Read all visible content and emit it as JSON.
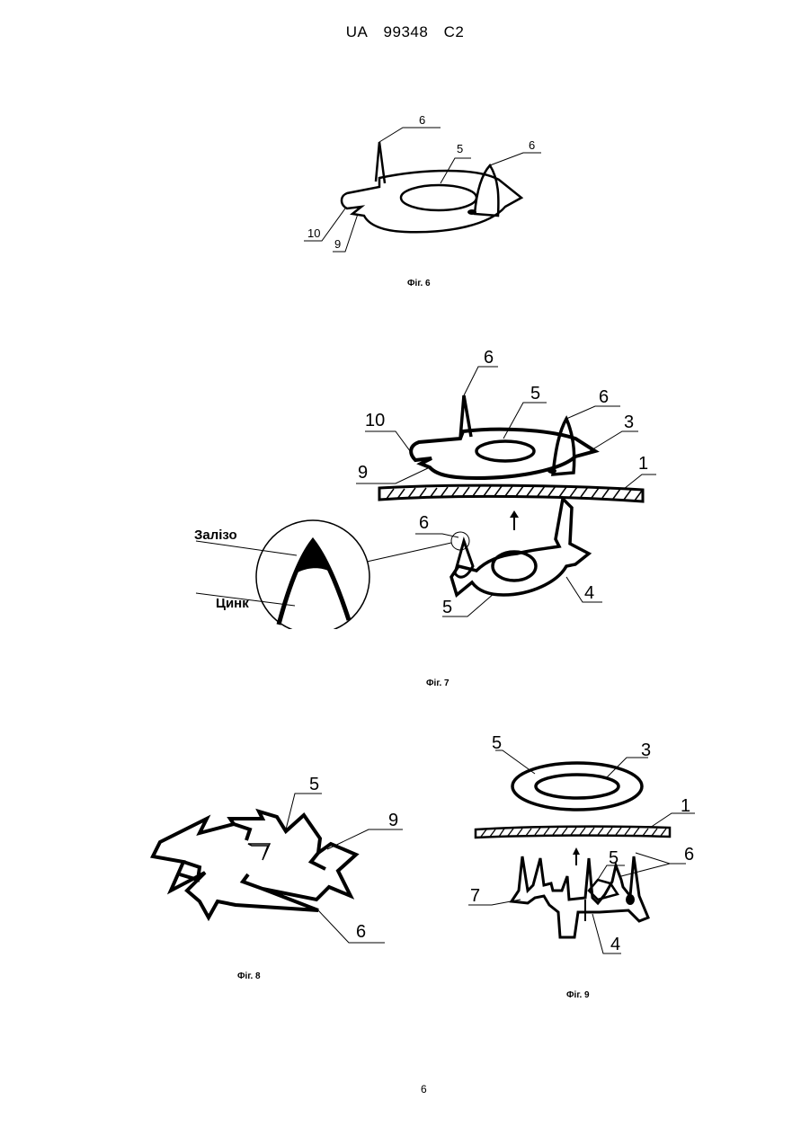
{
  "header": {
    "country": "UA",
    "number": "99348",
    "kind": "C2"
  },
  "fig6": {
    "caption": "Фіг. 6",
    "labels": {
      "spike_left": "6",
      "ring": "5",
      "spike_right": "6",
      "tab": "10",
      "notch": "9"
    }
  },
  "fig7": {
    "caption": "Фіг. 7",
    "labels": {
      "top_spike_left": "6",
      "top_ring": "5",
      "top_spike_right": "6",
      "washer": "3",
      "tab": "10",
      "notch": "9",
      "sheet": "1",
      "bottom_spike": "6",
      "bottom_ring": "5",
      "bottom_base": "4"
    },
    "detail": {
      "iron": "Залізо",
      "zinc": "Цинк"
    }
  },
  "fig8": {
    "caption": "Фіг. 8",
    "labels": {
      "ring": "5",
      "notch": "9",
      "spike": "6"
    }
  },
  "fig9": {
    "caption": "Фіг. 9",
    "labels": {
      "ring": "5",
      "washer": "3",
      "sheet": "1",
      "spikes": "6",
      "inner_ring": "5",
      "tab": "7",
      "base": "4"
    }
  },
  "page_number": "6"
}
